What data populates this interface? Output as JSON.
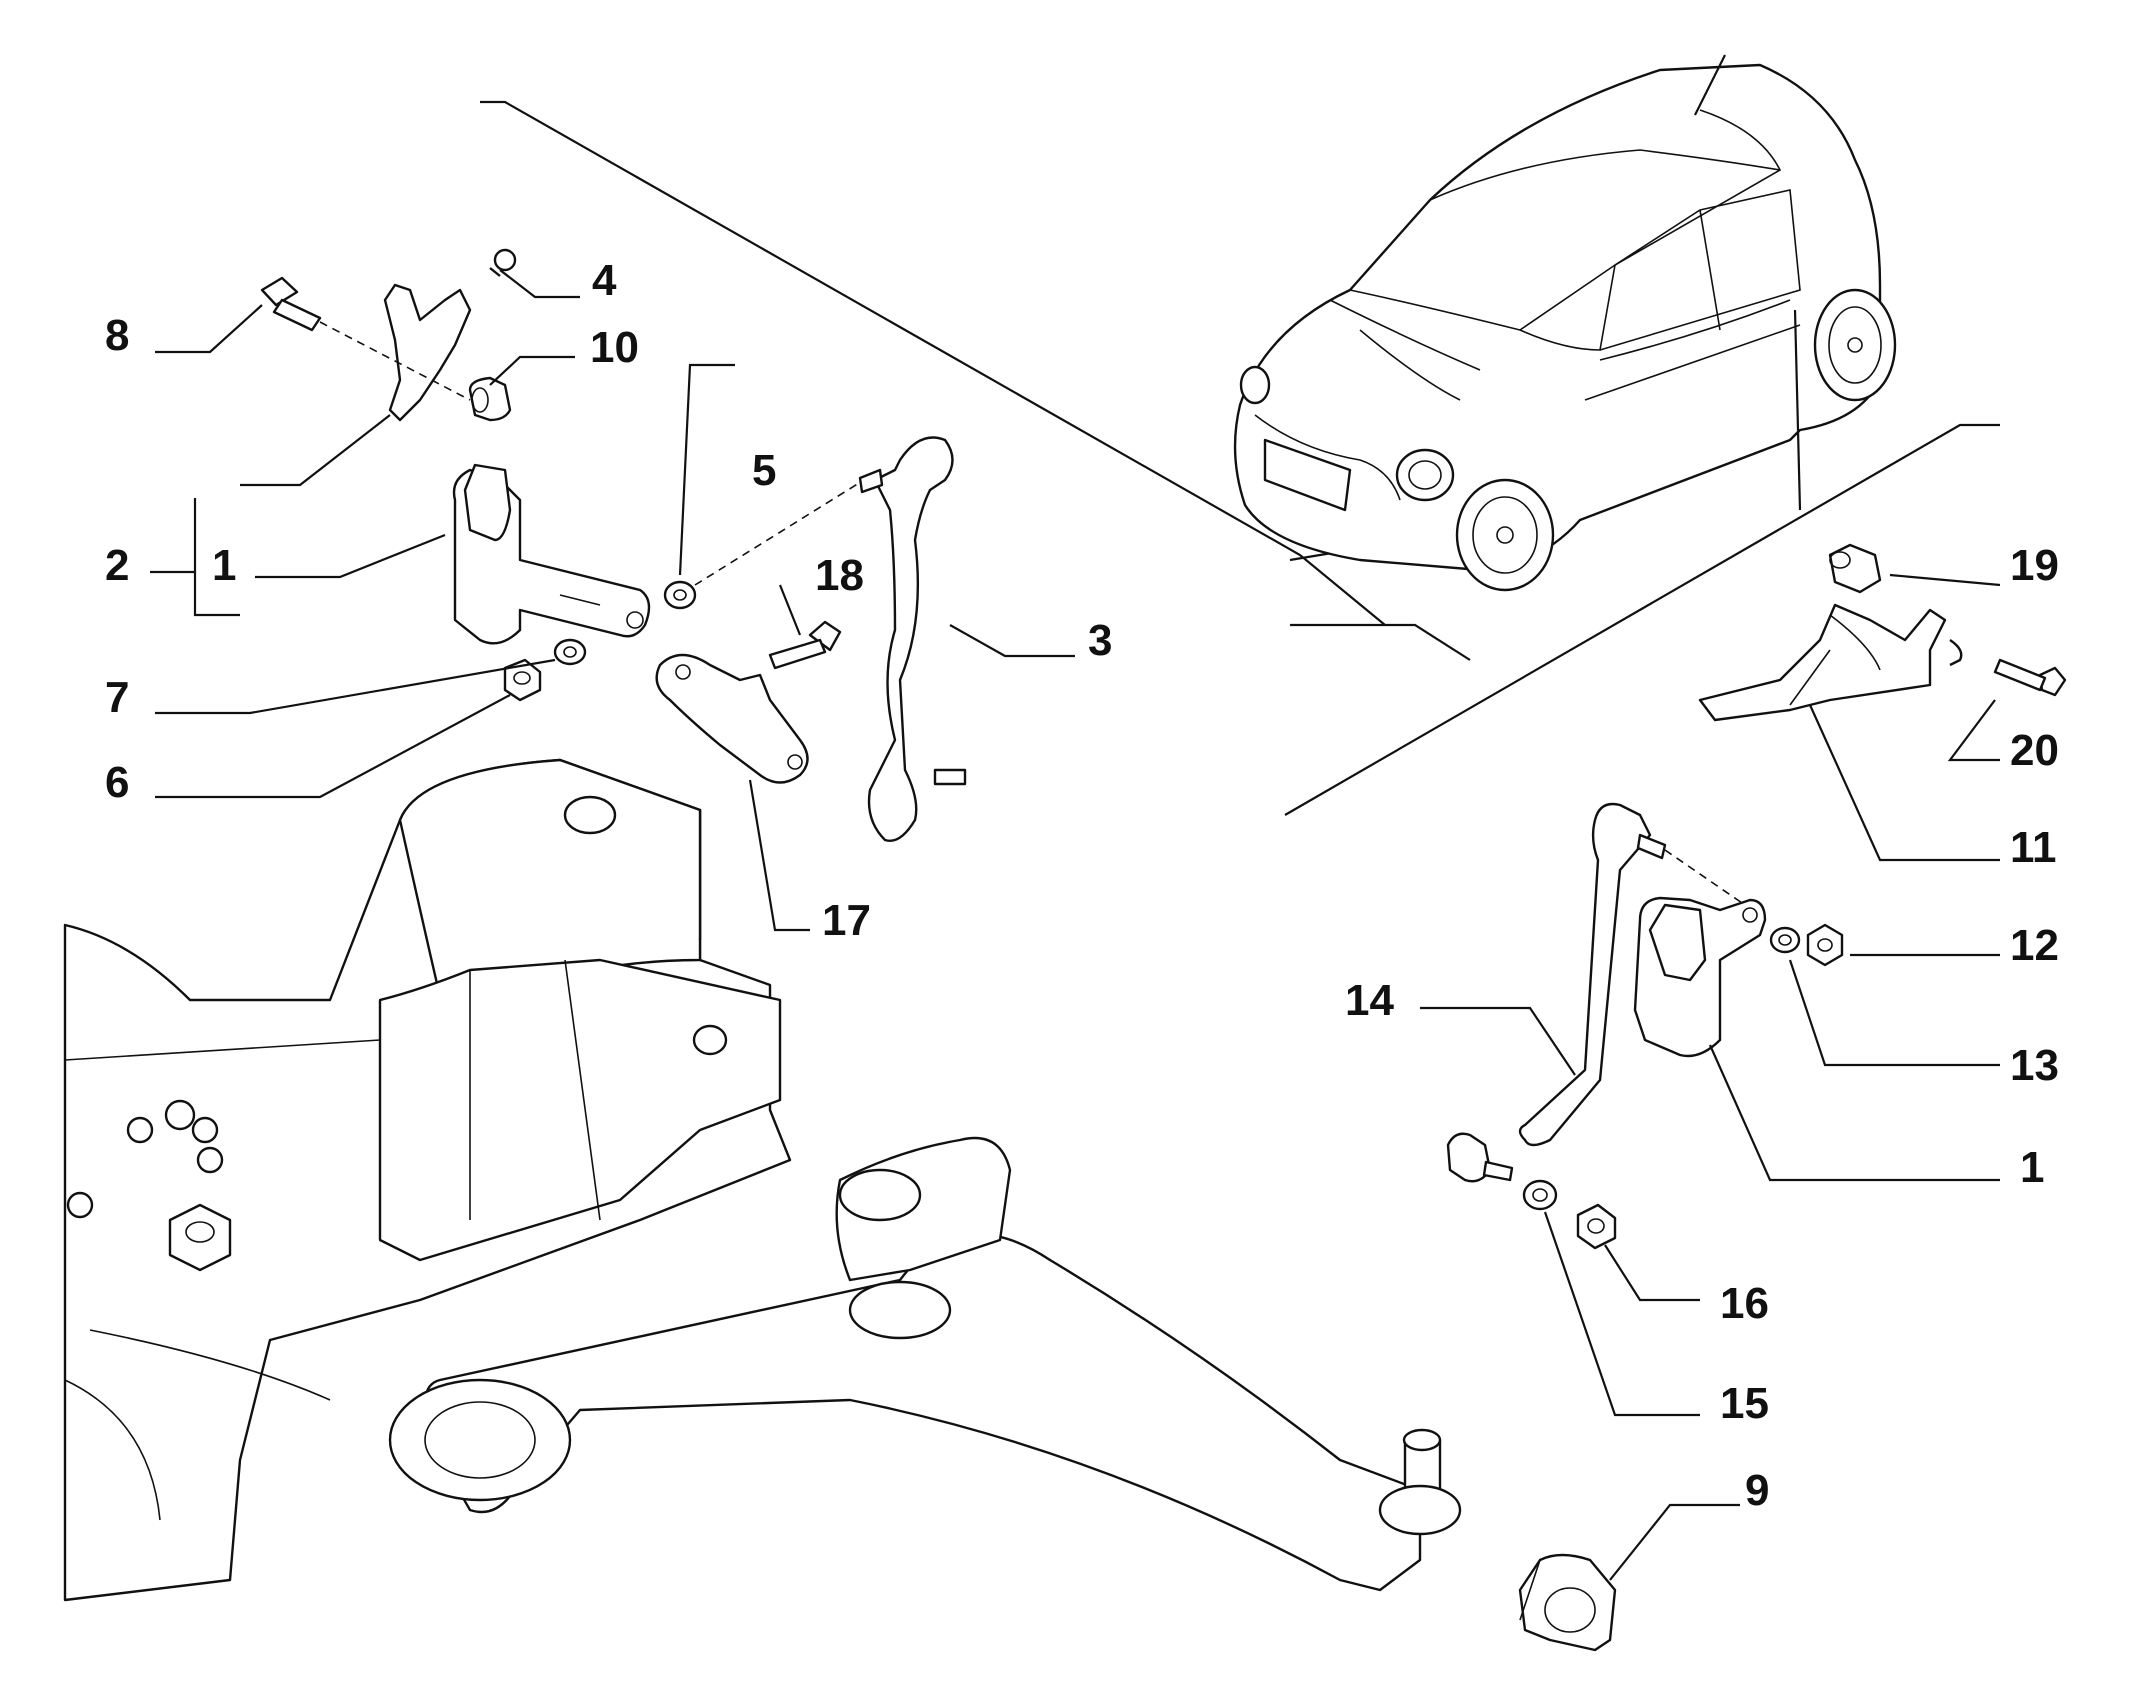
{
  "diagram": {
    "callouts": [
      {
        "id": "c8",
        "label": "8"
      },
      {
        "id": "c4",
        "label": "4"
      },
      {
        "id": "c10",
        "label": "10"
      },
      {
        "id": "c5",
        "label": "5"
      },
      {
        "id": "c2",
        "label": "2"
      },
      {
        "id": "c1a",
        "label": "1"
      },
      {
        "id": "c18",
        "label": "18"
      },
      {
        "id": "c3",
        "label": "3"
      },
      {
        "id": "c7",
        "label": "7"
      },
      {
        "id": "c6",
        "label": "6"
      },
      {
        "id": "c17",
        "label": "17"
      },
      {
        "id": "c19",
        "label": "19"
      },
      {
        "id": "c20",
        "label": "20"
      },
      {
        "id": "c11",
        "label": "11"
      },
      {
        "id": "c12",
        "label": "12"
      },
      {
        "id": "c14",
        "label": "14"
      },
      {
        "id": "c13",
        "label": "13"
      },
      {
        "id": "c1b",
        "label": "1"
      },
      {
        "id": "c16",
        "label": "16"
      },
      {
        "id": "c15",
        "label": "15"
      },
      {
        "id": "c9",
        "label": "9"
      }
    ]
  }
}
